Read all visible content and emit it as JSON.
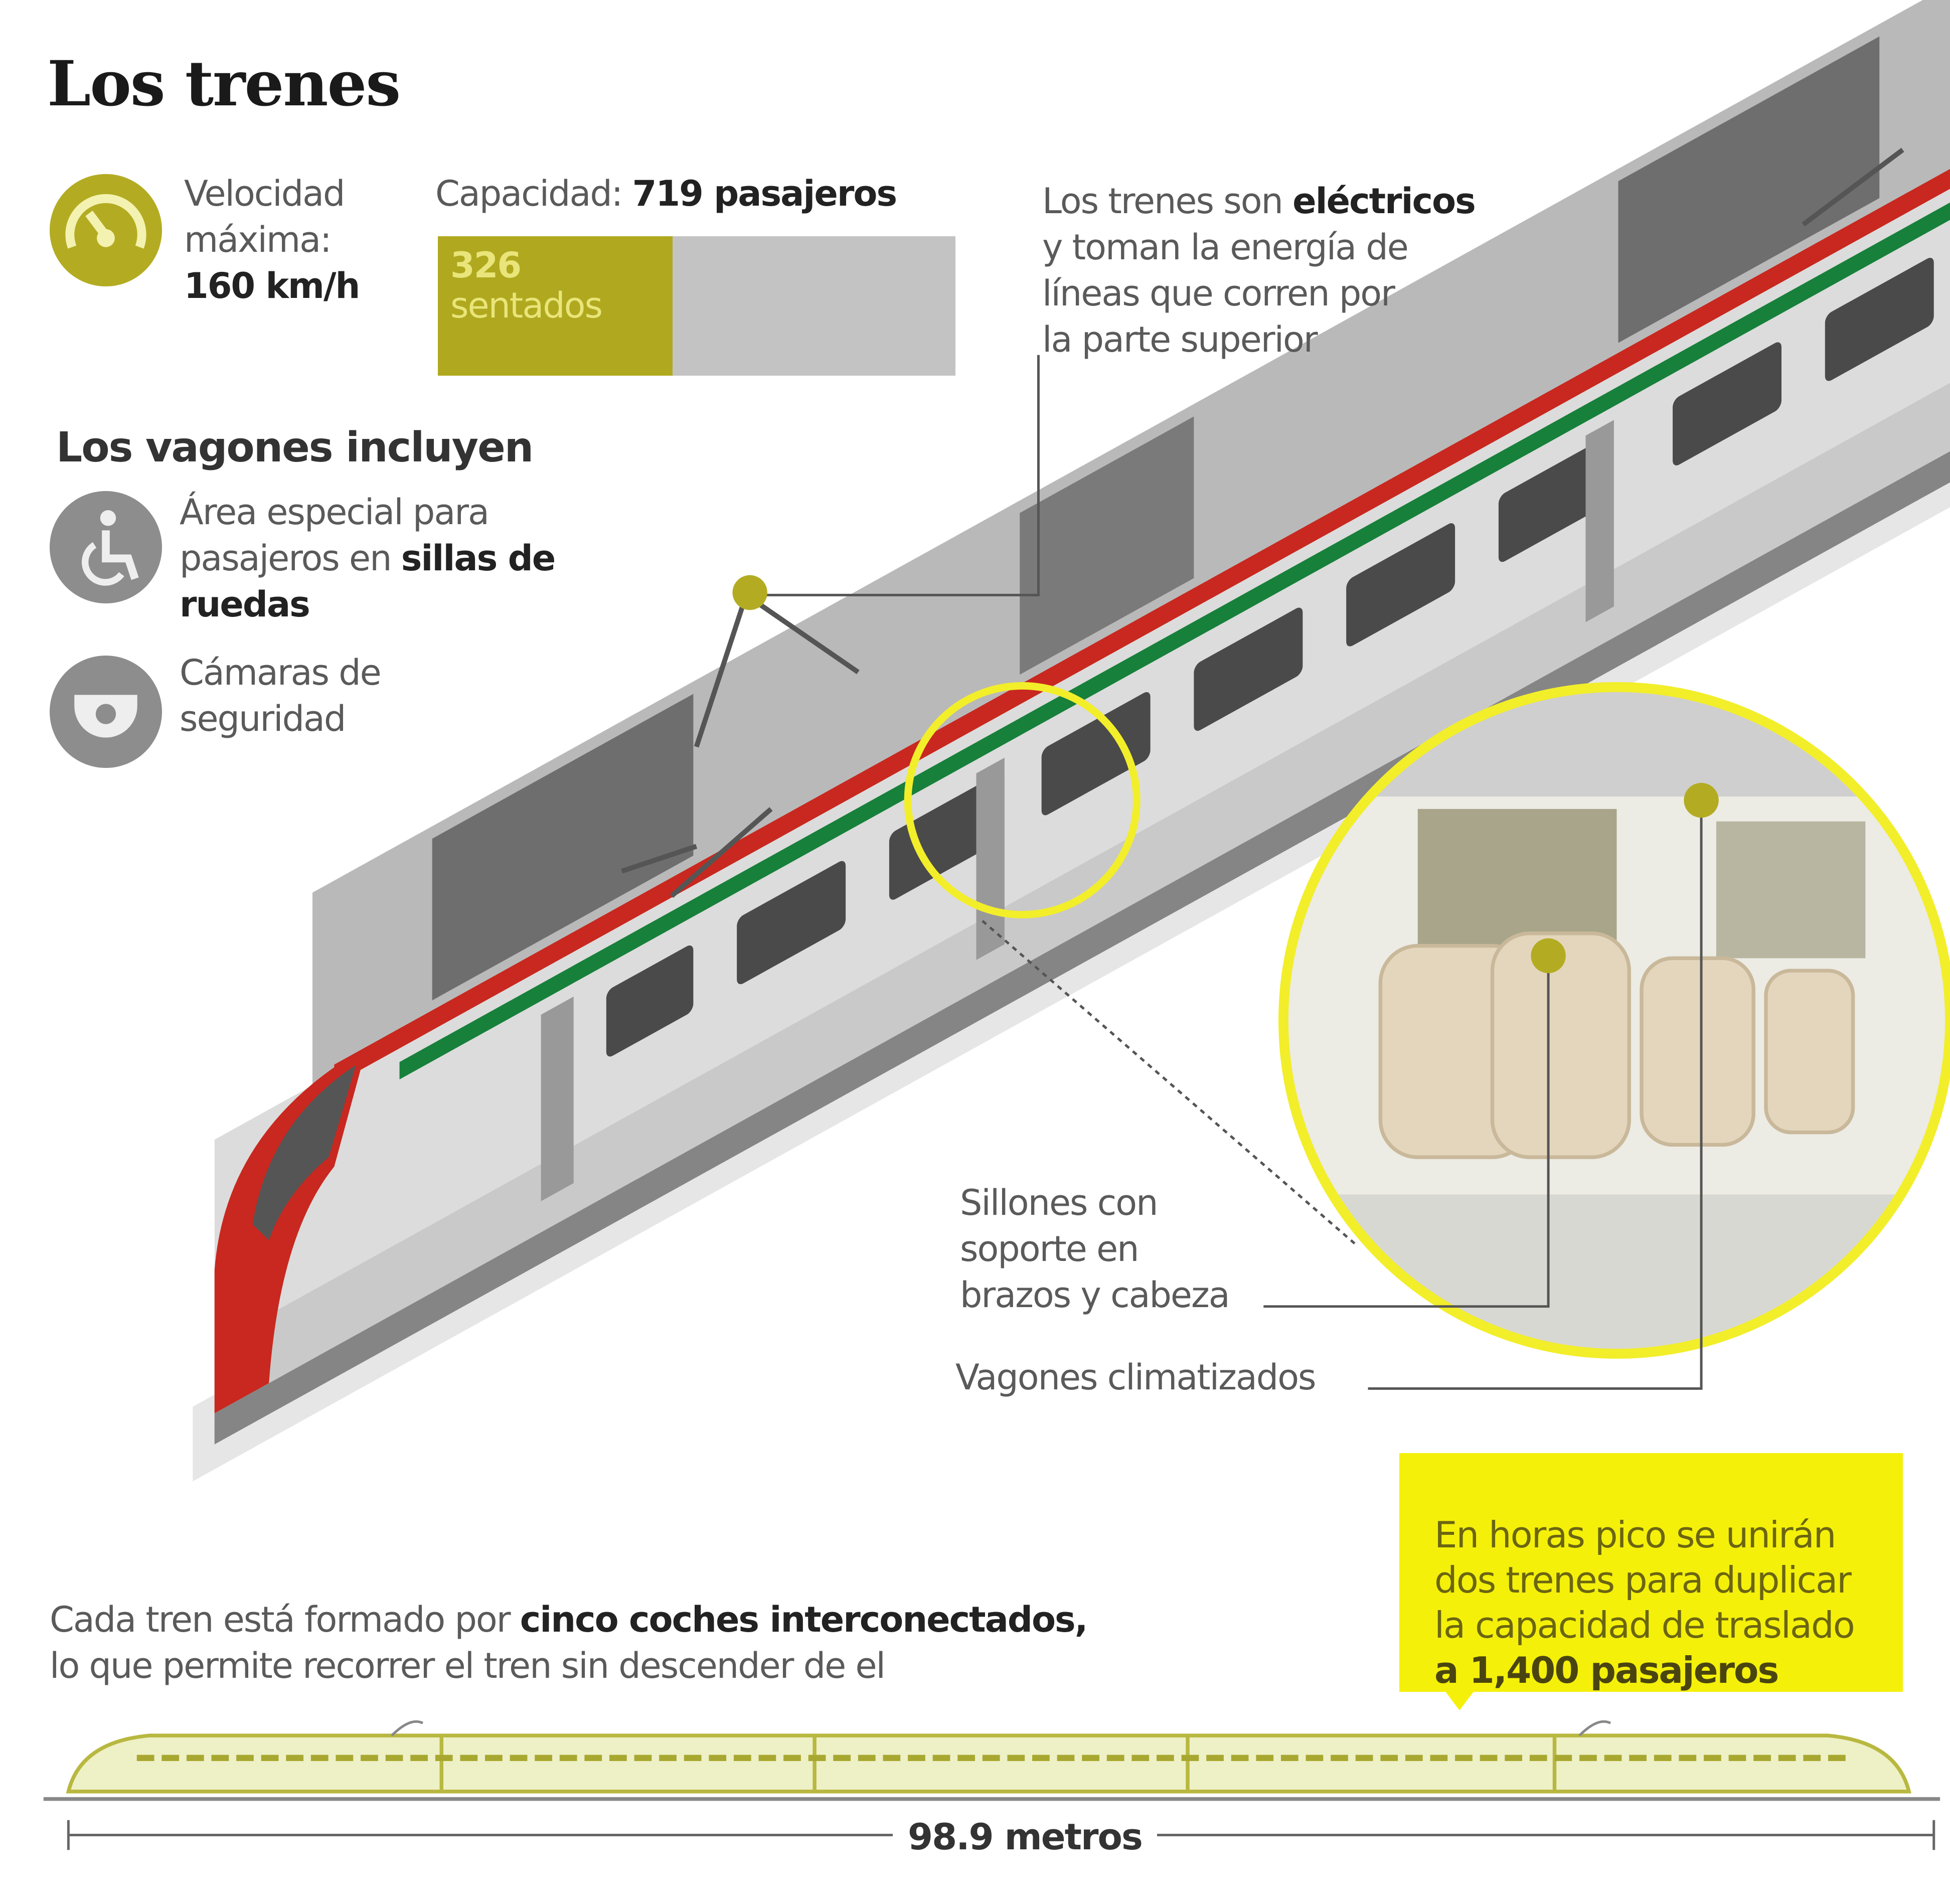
{
  "title": "Los trenes",
  "speed": {
    "label_line1": "Velocidad",
    "label_line2": "máxima:",
    "value": "160 km/h",
    "icon": "speedometer-icon"
  },
  "capacity": {
    "label": "Capacidad:",
    "value": "719 pasajeros",
    "total": 719,
    "seated": 326,
    "seated_value": "326",
    "seated_label": "sentados",
    "colors": {
      "seated": "#b0a91f",
      "rest": "#c3c3c3"
    }
  },
  "wagons": {
    "heading": "Los vagones incluyen",
    "features": [
      {
        "icon": "wheelchair-icon",
        "text_line1": "Área especial para",
        "text_line2a": "pasajeros en ",
        "text_line2b": "sillas de",
        "text_line3": "ruedas"
      },
      {
        "icon": "security-camera-icon",
        "text_line1": "Cámaras de",
        "text_line2": "seguridad"
      }
    ]
  },
  "electric_note": {
    "line1a": "Los trenes  son ",
    "line1b": "eléctricos",
    "line2": "y toman la energía de",
    "line3": "líneas que corren por",
    "line4": "la parte superior"
  },
  "seats_note": {
    "line1": "Sillones con",
    "line2": "soporte en",
    "line3": "brazos y cabeza"
  },
  "climate_note": "Vagones climatizados",
  "peak_callout": {
    "line1": "En horas pico se unirán",
    "line2": "dos trenes para duplicar",
    "line3": "la capacidad de traslado",
    "line4": "a 1,400 pasajeros"
  },
  "composition": {
    "line1a": "Cada tren está formado por ",
    "line1b": "cinco coches interconectados,",
    "line2": "lo que permite recorrer el tren sin descender de el",
    "cars": 5
  },
  "length_label": "98.9 metros",
  "colors": {
    "accent_olive": "#b0a91f",
    "highlight_yellow": "#f4f00a",
    "stripe_red": "#c8281f",
    "stripe_green": "#17803a"
  }
}
